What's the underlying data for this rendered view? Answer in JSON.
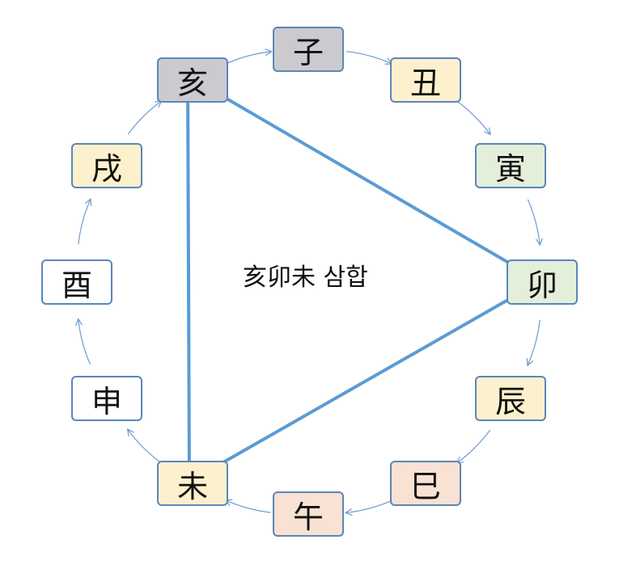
{
  "title": "亥卯未 삼합",
  "colors": {
    "gray": "#cbcbcf",
    "yellow": "#fdf1cd",
    "green": "#e3efdb",
    "peach": "#f9e1d4",
    "white": "#ffffff",
    "border": "#5b86b8",
    "arrow": "#6d9bcf",
    "triangle": "#5b9bd5"
  },
  "branches": [
    {
      "id": "ja",
      "label": "子",
      "color": "gray"
    },
    {
      "id": "chuk",
      "label": "丑",
      "color": "yellow"
    },
    {
      "id": "in",
      "label": "寅",
      "color": "green"
    },
    {
      "id": "myo",
      "label": "卯",
      "color": "green"
    },
    {
      "id": "jin",
      "label": "辰",
      "color": "yellow"
    },
    {
      "id": "sa",
      "label": "巳",
      "color": "peach"
    },
    {
      "id": "o",
      "label": "午",
      "color": "peach"
    },
    {
      "id": "mi",
      "label": "未",
      "color": "yellow"
    },
    {
      "id": "sin",
      "label": "申",
      "color": "white"
    },
    {
      "id": "yu",
      "label": "酉",
      "color": "white"
    },
    {
      "id": "sul",
      "label": "戌",
      "color": "yellow"
    },
    {
      "id": "hae",
      "label": "亥",
      "color": "gray"
    }
  ],
  "triangle": [
    "hae",
    "myo",
    "mi"
  ]
}
